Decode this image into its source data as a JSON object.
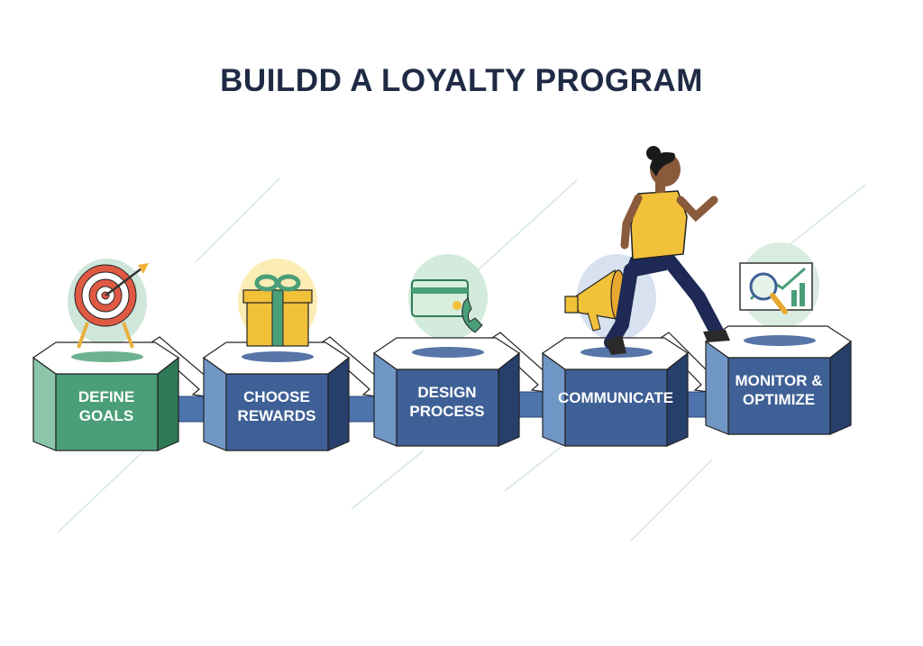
{
  "title": "BUILDD A LOYALTY PROGRAM",
  "colors": {
    "title": "#1f2b45",
    "green": "#4a9e78",
    "blue": "#3f6096",
    "accent_yellow": "#f2c13a",
    "accent_red": "#e05a43"
  },
  "steps": [
    {
      "lines": [
        "DEFINE",
        "GOALS"
      ],
      "icon": "target-icon",
      "theme": "green"
    },
    {
      "lines": [
        "CHOOSE",
        "REWARDS"
      ],
      "icon": "gift-icon",
      "theme": "blue"
    },
    {
      "lines": [
        "DESIGN",
        "PROCESS"
      ],
      "icon": "card-phone-icon",
      "theme": "blue"
    },
    {
      "lines": [
        "COMMUNICATE"
      ],
      "icon": "megaphone-icon",
      "theme": "blue"
    },
    {
      "lines": [
        "MONITOR &",
        "OPTIMIZE"
      ],
      "icon": "chart-board-icon",
      "theme": "blue"
    }
  ]
}
